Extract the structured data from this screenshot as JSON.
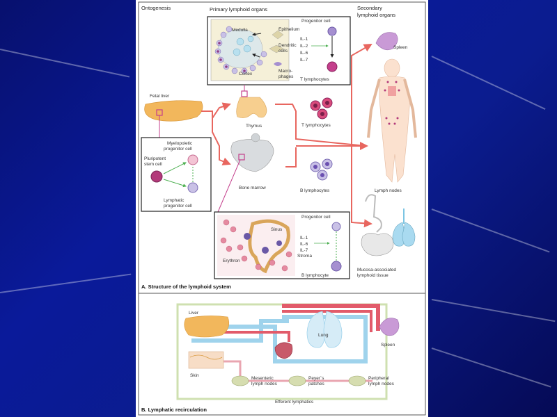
{
  "colors": {
    "background": "#0a1a9a",
    "arrow": "#e8665f",
    "lymph_blue": "#9fd3ec",
    "blood_red": "#e25b6a",
    "liver": "#f2b75c",
    "spleen": "#c99ad6"
  },
  "panel_a": {
    "ontogenesis": "Ontogenesis",
    "primary_organs": "Primary lymphoid organs",
    "secondary_organs": "Secondary lymphoid organs",
    "inset_thymus": {
      "medulla": "Medulla",
      "cortex": "Cortex",
      "epithelium": "Epithelium",
      "dendritic_cells": "Dendritic cells",
      "macrophages": "Macro-phages",
      "progenitor_cell": "Progenitor cell",
      "il1": "IL-1",
      "il2": "IL-2",
      "il6": "IL-6",
      "il7": "IL-7",
      "t_lymphocytes": "T lymphocytes"
    },
    "fetal_liver": "Fetal liver",
    "thymus": "Thymus",
    "bone_marrow": "Bone marrow",
    "t_lymphocytes": "T lymphocytes",
    "b_lymphocytes": "B lymphocytes",
    "stem_inset": {
      "myelopoietic": "Myelopoietic progenitor cell",
      "pluripotent": "Pluripotent stem cell",
      "lymphatic": "Lymphatic progenitor cell"
    },
    "spleen": "Spleen",
    "lymph_nodes": "Lymph nodes",
    "malt": "Mucosa-associated lymphoid tissue",
    "marrow_inset": {
      "sinus": "Sinus",
      "erythron": "Erythron",
      "stroma": "Stroma",
      "progenitor_cell": "Progenitor cell",
      "il1": "IL-1",
      "il6": "IL-6",
      "il7": "IL-7",
      "b_lymphocyte": "B lymphocyte"
    },
    "caption": "A. Structure of the lymphoid system"
  },
  "panel_b": {
    "liver": "Liver",
    "skin": "Skin",
    "lung": "Lung",
    "spleen": "Spleen",
    "mesenteric": "Mesenteric lymph nodes",
    "peyers": "Peyer´s patches",
    "peripheral": "Peripheral lymph nodes",
    "efferent": "Efferent lymphatics",
    "caption": "B. Lymphatic recirculation"
  }
}
